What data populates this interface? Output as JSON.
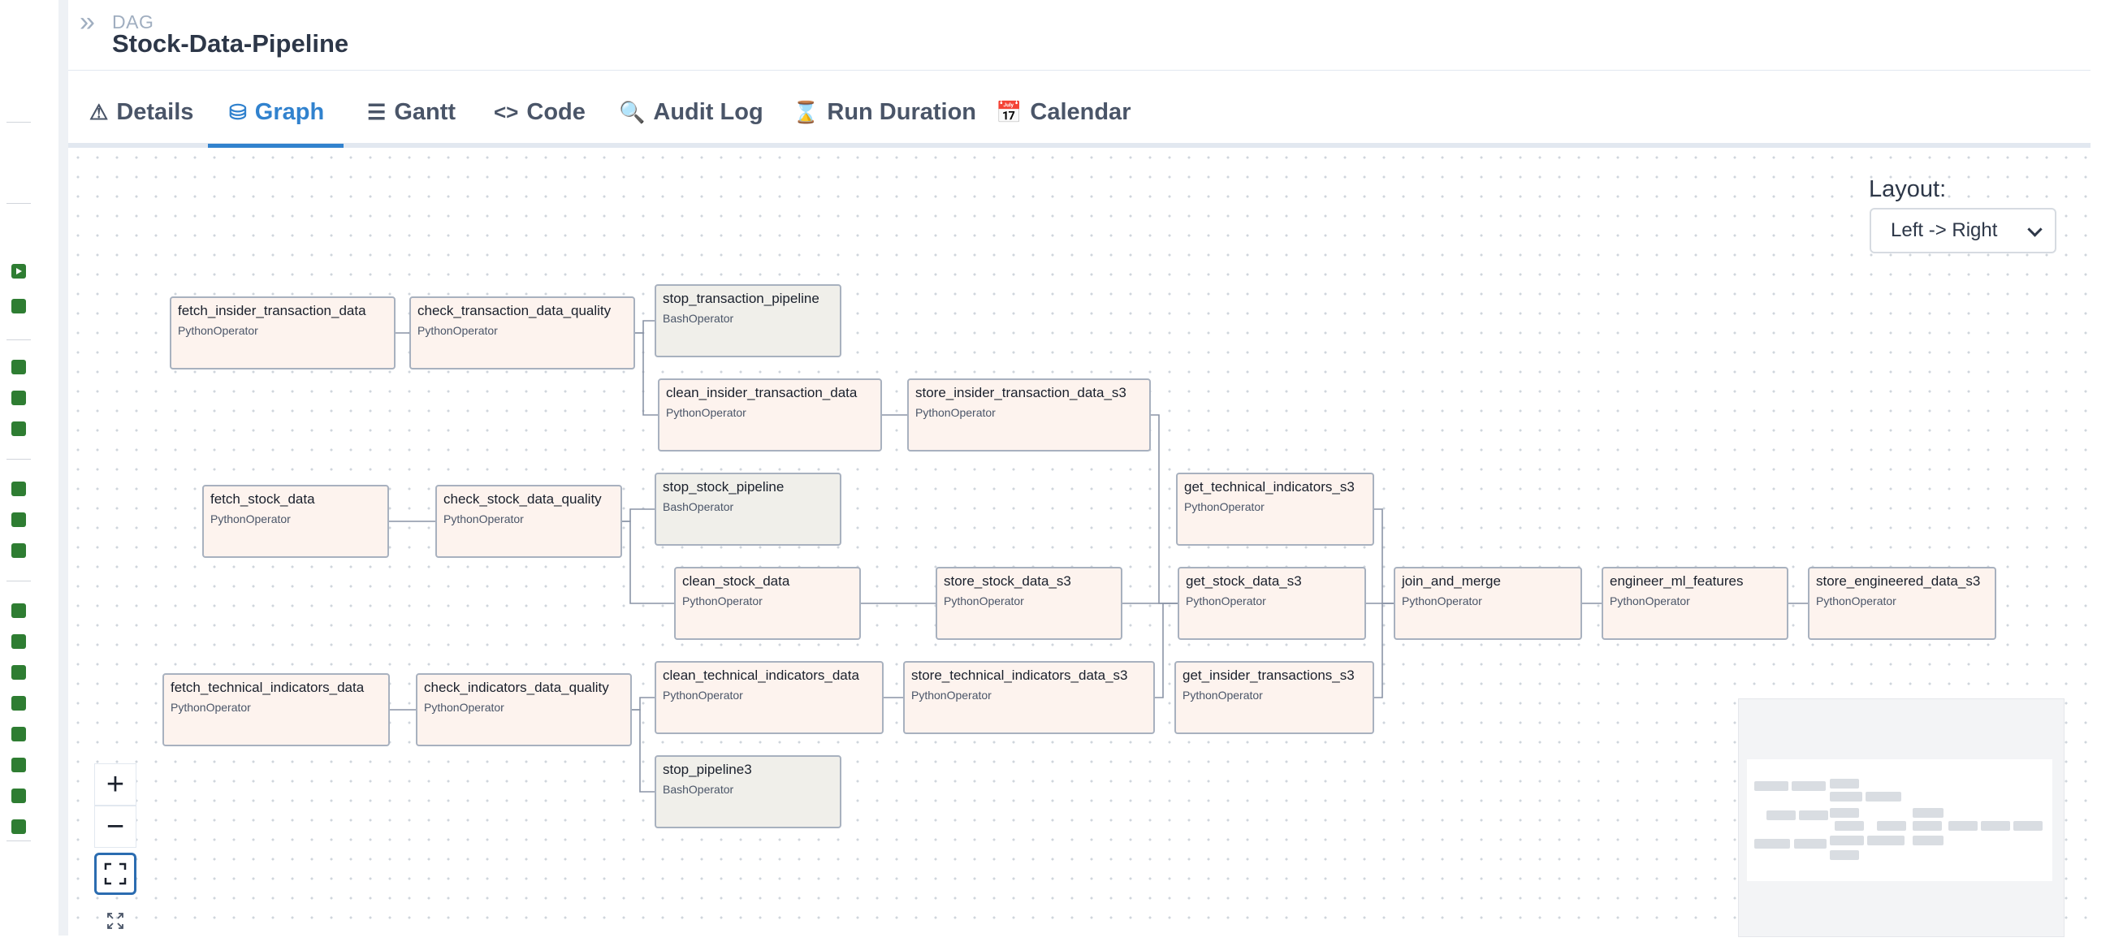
{
  "header": {
    "expand_icon": "double-chevron-right-icon",
    "dag_label": "DAG",
    "dag_title": "Stock-Data-Pipeline"
  },
  "tabs": [
    {
      "label": "Details",
      "icon": "warning-triangle-icon",
      "glyph": "⚠",
      "active": false
    },
    {
      "label": "Graph",
      "icon": "graph-icon",
      "glyph": "⛁",
      "active": true
    },
    {
      "label": "Gantt",
      "icon": "gantt-icon",
      "glyph": "☰",
      "active": false
    },
    {
      "label": "Code",
      "icon": "code-icon",
      "glyph": "<>",
      "active": false
    },
    {
      "label": "Audit Log",
      "icon": "audit-log-icon",
      "glyph": "🔍",
      "active": false
    },
    {
      "label": "Run Duration",
      "icon": "hourglass-icon",
      "glyph": "⌛",
      "active": false
    },
    {
      "label": "Calendar",
      "icon": "calendar-icon",
      "glyph": "📅",
      "active": false
    }
  ],
  "layout": {
    "label": "Layout:",
    "selected": "Left -> Right"
  },
  "nodes": [
    {
      "name": "fetch_insider_transaction_data",
      "operator": "PythonOperator",
      "kind": "python"
    },
    {
      "name": "check_transaction_data_quality",
      "operator": "PythonOperator",
      "kind": "python"
    },
    {
      "name": "stop_transaction_pipeline",
      "operator": "BashOperator",
      "kind": "bash"
    },
    {
      "name": "clean_insider_transaction_data",
      "operator": "PythonOperator",
      "kind": "python"
    },
    {
      "name": "store_insider_transaction_data_s3",
      "operator": "PythonOperator",
      "kind": "python"
    },
    {
      "name": "fetch_stock_data",
      "operator": "PythonOperator",
      "kind": "python"
    },
    {
      "name": "check_stock_data_quality",
      "operator": "PythonOperator",
      "kind": "python"
    },
    {
      "name": "stop_stock_pipeline",
      "operator": "BashOperator",
      "kind": "bash"
    },
    {
      "name": "clean_stock_data",
      "operator": "PythonOperator",
      "kind": "python"
    },
    {
      "name": "store_stock_data_s3",
      "operator": "PythonOperator",
      "kind": "python"
    },
    {
      "name": "fetch_technical_indicators_data",
      "operator": "PythonOperator",
      "kind": "python"
    },
    {
      "name": "check_indicators_data_quality",
      "operator": "PythonOperator",
      "kind": "python"
    },
    {
      "name": "clean_technical_indicators_data",
      "operator": "PythonOperator",
      "kind": "python"
    },
    {
      "name": "store_technical_indicators_data_s3",
      "operator": "PythonOperator",
      "kind": "python"
    },
    {
      "name": "stop_pipeline3",
      "operator": "BashOperator",
      "kind": "bash"
    },
    {
      "name": "get_technical_indicators_s3",
      "operator": "PythonOperator",
      "kind": "python"
    },
    {
      "name": "get_stock_data_s3",
      "operator": "PythonOperator",
      "kind": "python"
    },
    {
      "name": "get_insider_transactions_s3",
      "operator": "PythonOperator",
      "kind": "python"
    },
    {
      "name": "join_and_merge",
      "operator": "PythonOperator",
      "kind": "python"
    },
    {
      "name": "engineer_ml_features",
      "operator": "PythonOperator",
      "kind": "python"
    },
    {
      "name": "store_engineered_data_s3",
      "operator": "PythonOperator",
      "kind": "python"
    }
  ],
  "edges": [
    [
      "fetch_insider_transaction_data",
      "check_transaction_data_quality"
    ],
    [
      "check_transaction_data_quality",
      "stop_transaction_pipeline"
    ],
    [
      "check_transaction_data_quality",
      "clean_insider_transaction_data"
    ],
    [
      "clean_insider_transaction_data",
      "store_insider_transaction_data_s3"
    ],
    [
      "store_insider_transaction_data_s3",
      "get_stock_data_s3"
    ],
    [
      "fetch_stock_data",
      "check_stock_data_quality"
    ],
    [
      "check_stock_data_quality",
      "stop_stock_pipeline"
    ],
    [
      "check_stock_data_quality",
      "clean_stock_data"
    ],
    [
      "clean_stock_data",
      "store_stock_data_s3"
    ],
    [
      "store_stock_data_s3",
      "get_stock_data_s3"
    ],
    [
      "fetch_technical_indicators_data",
      "check_indicators_data_quality"
    ],
    [
      "check_indicators_data_quality",
      "clean_technical_indicators_data"
    ],
    [
      "check_indicators_data_quality",
      "stop_pipeline3"
    ],
    [
      "clean_technical_indicators_data",
      "store_technical_indicators_data_s3"
    ],
    [
      "store_technical_indicators_data_s3",
      "get_stock_data_s3"
    ],
    [
      "get_technical_indicators_s3",
      "join_and_merge"
    ],
    [
      "get_stock_data_s3",
      "join_and_merge"
    ],
    [
      "get_insider_transactions_s3",
      "join_and_merge"
    ],
    [
      "join_and_merge",
      "engineer_ml_features"
    ],
    [
      "engineer_ml_features",
      "store_engineered_data_s3"
    ]
  ],
  "zoom_controls": {
    "zoom_in": "+",
    "zoom_out": "−",
    "fit_icon": "fit-view-icon",
    "fullscreen_icon": "fullscreen-icon"
  },
  "colors": {
    "accent": "#3182ce",
    "python_node_bg": "#fdf3ee",
    "bash_node_bg": "#f0efea",
    "node_border": "#a8b1bf",
    "run_status_success": "#2e7d32"
  }
}
